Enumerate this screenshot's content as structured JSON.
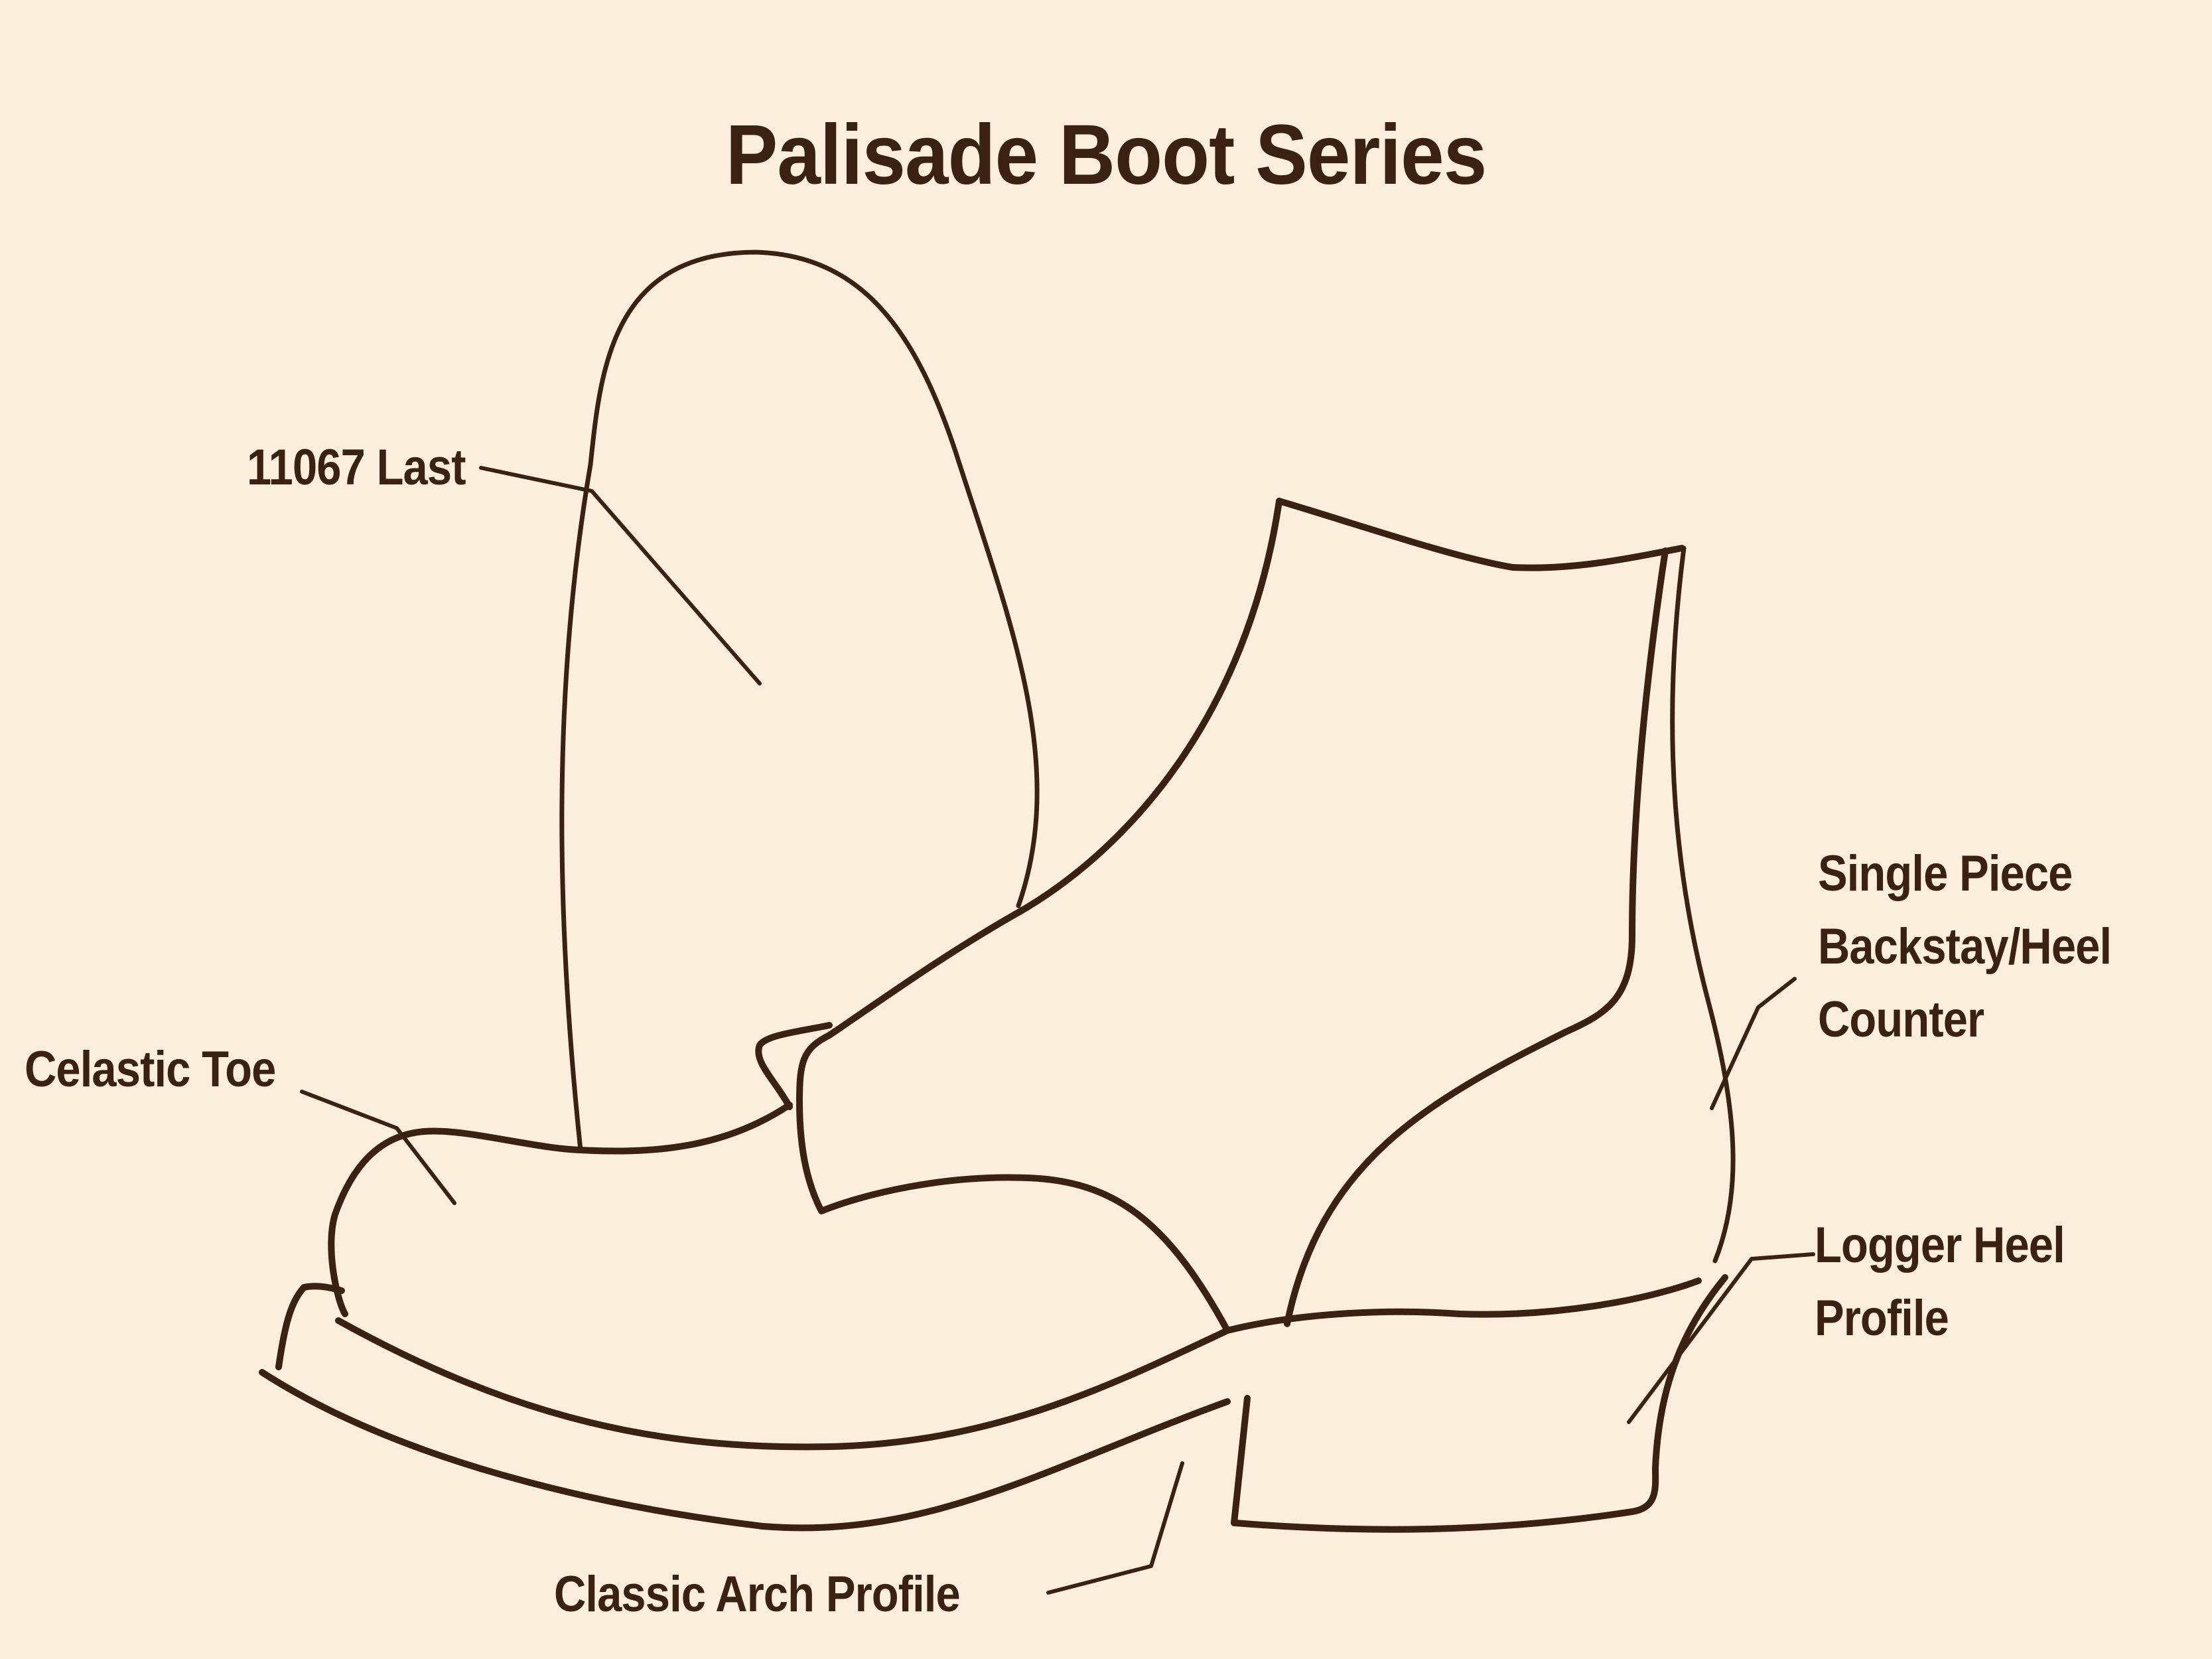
{
  "title": "Palisade Boot Series",
  "labels": {
    "last": "11067 Last",
    "toe": "Celastic Toe",
    "backstay": [
      "Single Piece",
      "Backstay/Heel",
      "Counter"
    ],
    "heel": [
      "Logger Heel",
      "Profile"
    ],
    "arch": "Classic Arch Profile"
  },
  "colors": {
    "background": "#FBEEDC",
    "ink": "#3A2110"
  }
}
